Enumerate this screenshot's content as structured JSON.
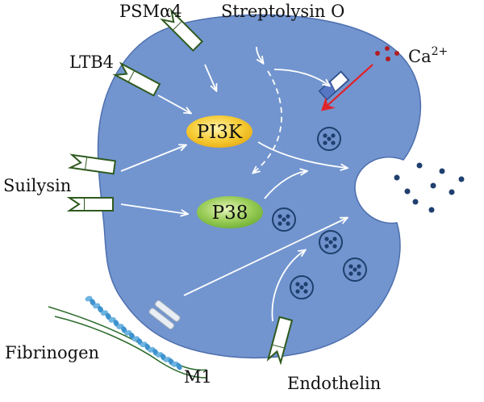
{
  "labels": {
    "psma4": "PSMα4",
    "streptolysin": "Streptolysin O",
    "calcium_base": "Ca",
    "calcium_sup": "2+",
    "ltb4": "LTB4",
    "suilysin": "Suilysin",
    "fibrinogen": "Fibrinogen",
    "m1": "M1",
    "endothelin": "Endothelin"
  },
  "nodes": {
    "pi3k": "PI3K",
    "p38": "P38"
  },
  "colors": {
    "cell_fill": "#7295cf",
    "cell_stroke": "#4e6fae",
    "pi3k_fill": "#f5c52a",
    "p38_fill": "#8ac44b",
    "receptor_stroke": "#2f5a1f",
    "granule_fill": "#1f3f6e",
    "calcium_dots": "#b01e23",
    "calcium_arrow": "#e0242b",
    "arrow": "#ffffff",
    "m1_strand": "#3e93cf",
    "fibrinogen_strand": "#2c6b2c"
  }
}
